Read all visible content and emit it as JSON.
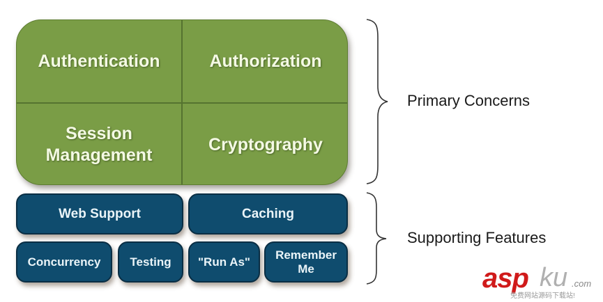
{
  "primary": {
    "cells": [
      "Authentication",
      "Authorization",
      "Session\nManagement",
      "Cryptography"
    ],
    "color": "#7a9d46"
  },
  "supporting": {
    "row1": [
      "Web Support",
      "Caching"
    ],
    "row2": [
      "Concurrency",
      "Testing",
      "\"Run As\"",
      "Remember\nMe"
    ],
    "color": "#0f4c6e"
  },
  "labels": {
    "primary": "Primary Concerns",
    "supporting": "Supporting Features"
  },
  "watermark": {
    "asp": "asp",
    "ku": "ku",
    "com": ".com",
    "tagline": "免费网站源码下载站!"
  }
}
